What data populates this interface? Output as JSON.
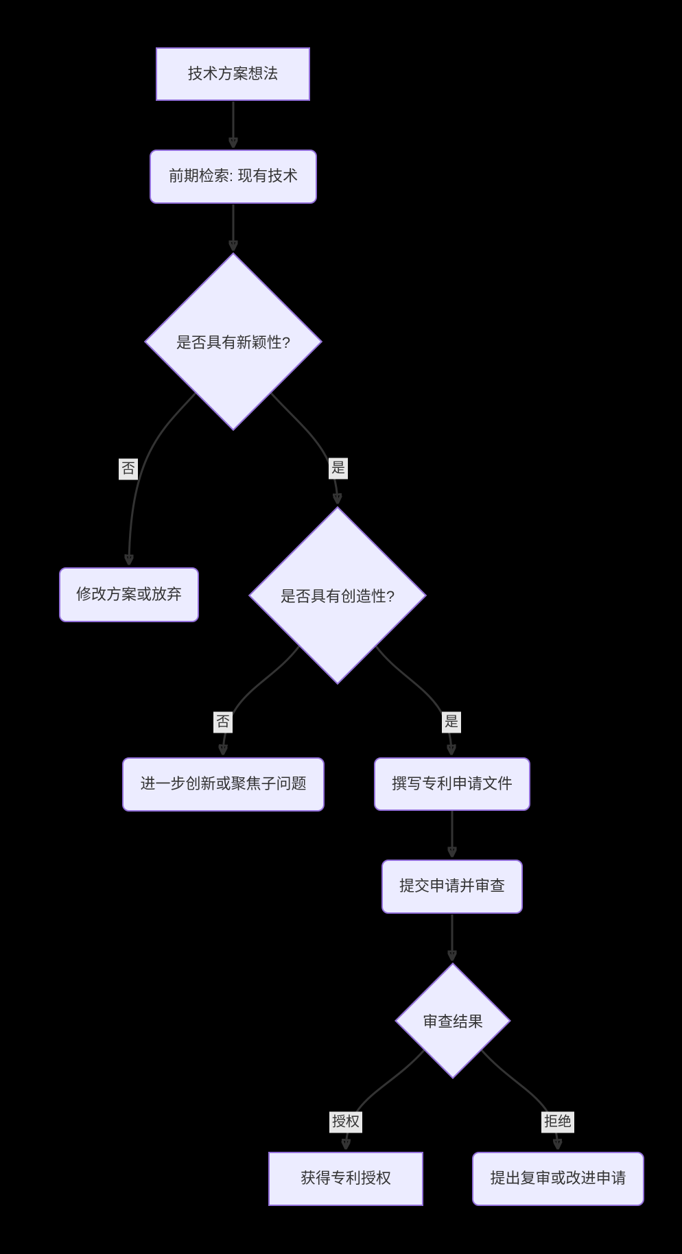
{
  "diagram": {
    "type": "flowchart",
    "direction": "top-down",
    "colors": {
      "background": "#000000",
      "node_fill": "#ECECFF",
      "node_border": "#9370DB",
      "node_text": "#333333",
      "edge_stroke": "#333333",
      "edge_label_bg": "#e8e8e8"
    },
    "nodes": {
      "idea": {
        "label": "技术方案想法",
        "shape": "rectangle"
      },
      "search": {
        "label": "前期检索: 现有技术",
        "shape": "rounded"
      },
      "novelty": {
        "label": "是否具有新颖性?",
        "shape": "diamond"
      },
      "modify": {
        "label": "修改方案或放弃",
        "shape": "rounded"
      },
      "creativity": {
        "label": "是否具有创造性?",
        "shape": "diamond"
      },
      "innovate": {
        "label": "进一步创新或聚焦子问题",
        "shape": "rounded"
      },
      "draft": {
        "label": "撰写专利申请文件",
        "shape": "rounded"
      },
      "submit": {
        "label": "提交申请并审查",
        "shape": "rounded"
      },
      "result": {
        "label": "审查结果",
        "shape": "diamond"
      },
      "granted": {
        "label": "获得专利授权",
        "shape": "rectangle"
      },
      "appeal": {
        "label": "提出复审或改进申请",
        "shape": "rounded"
      }
    },
    "edges": [
      {
        "from": "idea",
        "to": "search",
        "label": ""
      },
      {
        "from": "search",
        "to": "novelty",
        "label": ""
      },
      {
        "from": "novelty",
        "to": "modify",
        "label": "否"
      },
      {
        "from": "novelty",
        "to": "creativity",
        "label": "是"
      },
      {
        "from": "creativity",
        "to": "innovate",
        "label": "否"
      },
      {
        "from": "creativity",
        "to": "draft",
        "label": "是"
      },
      {
        "from": "draft",
        "to": "submit",
        "label": ""
      },
      {
        "from": "submit",
        "to": "result",
        "label": ""
      },
      {
        "from": "result",
        "to": "granted",
        "label": "授权"
      },
      {
        "from": "result",
        "to": "appeal",
        "label": "拒绝"
      }
    ]
  }
}
